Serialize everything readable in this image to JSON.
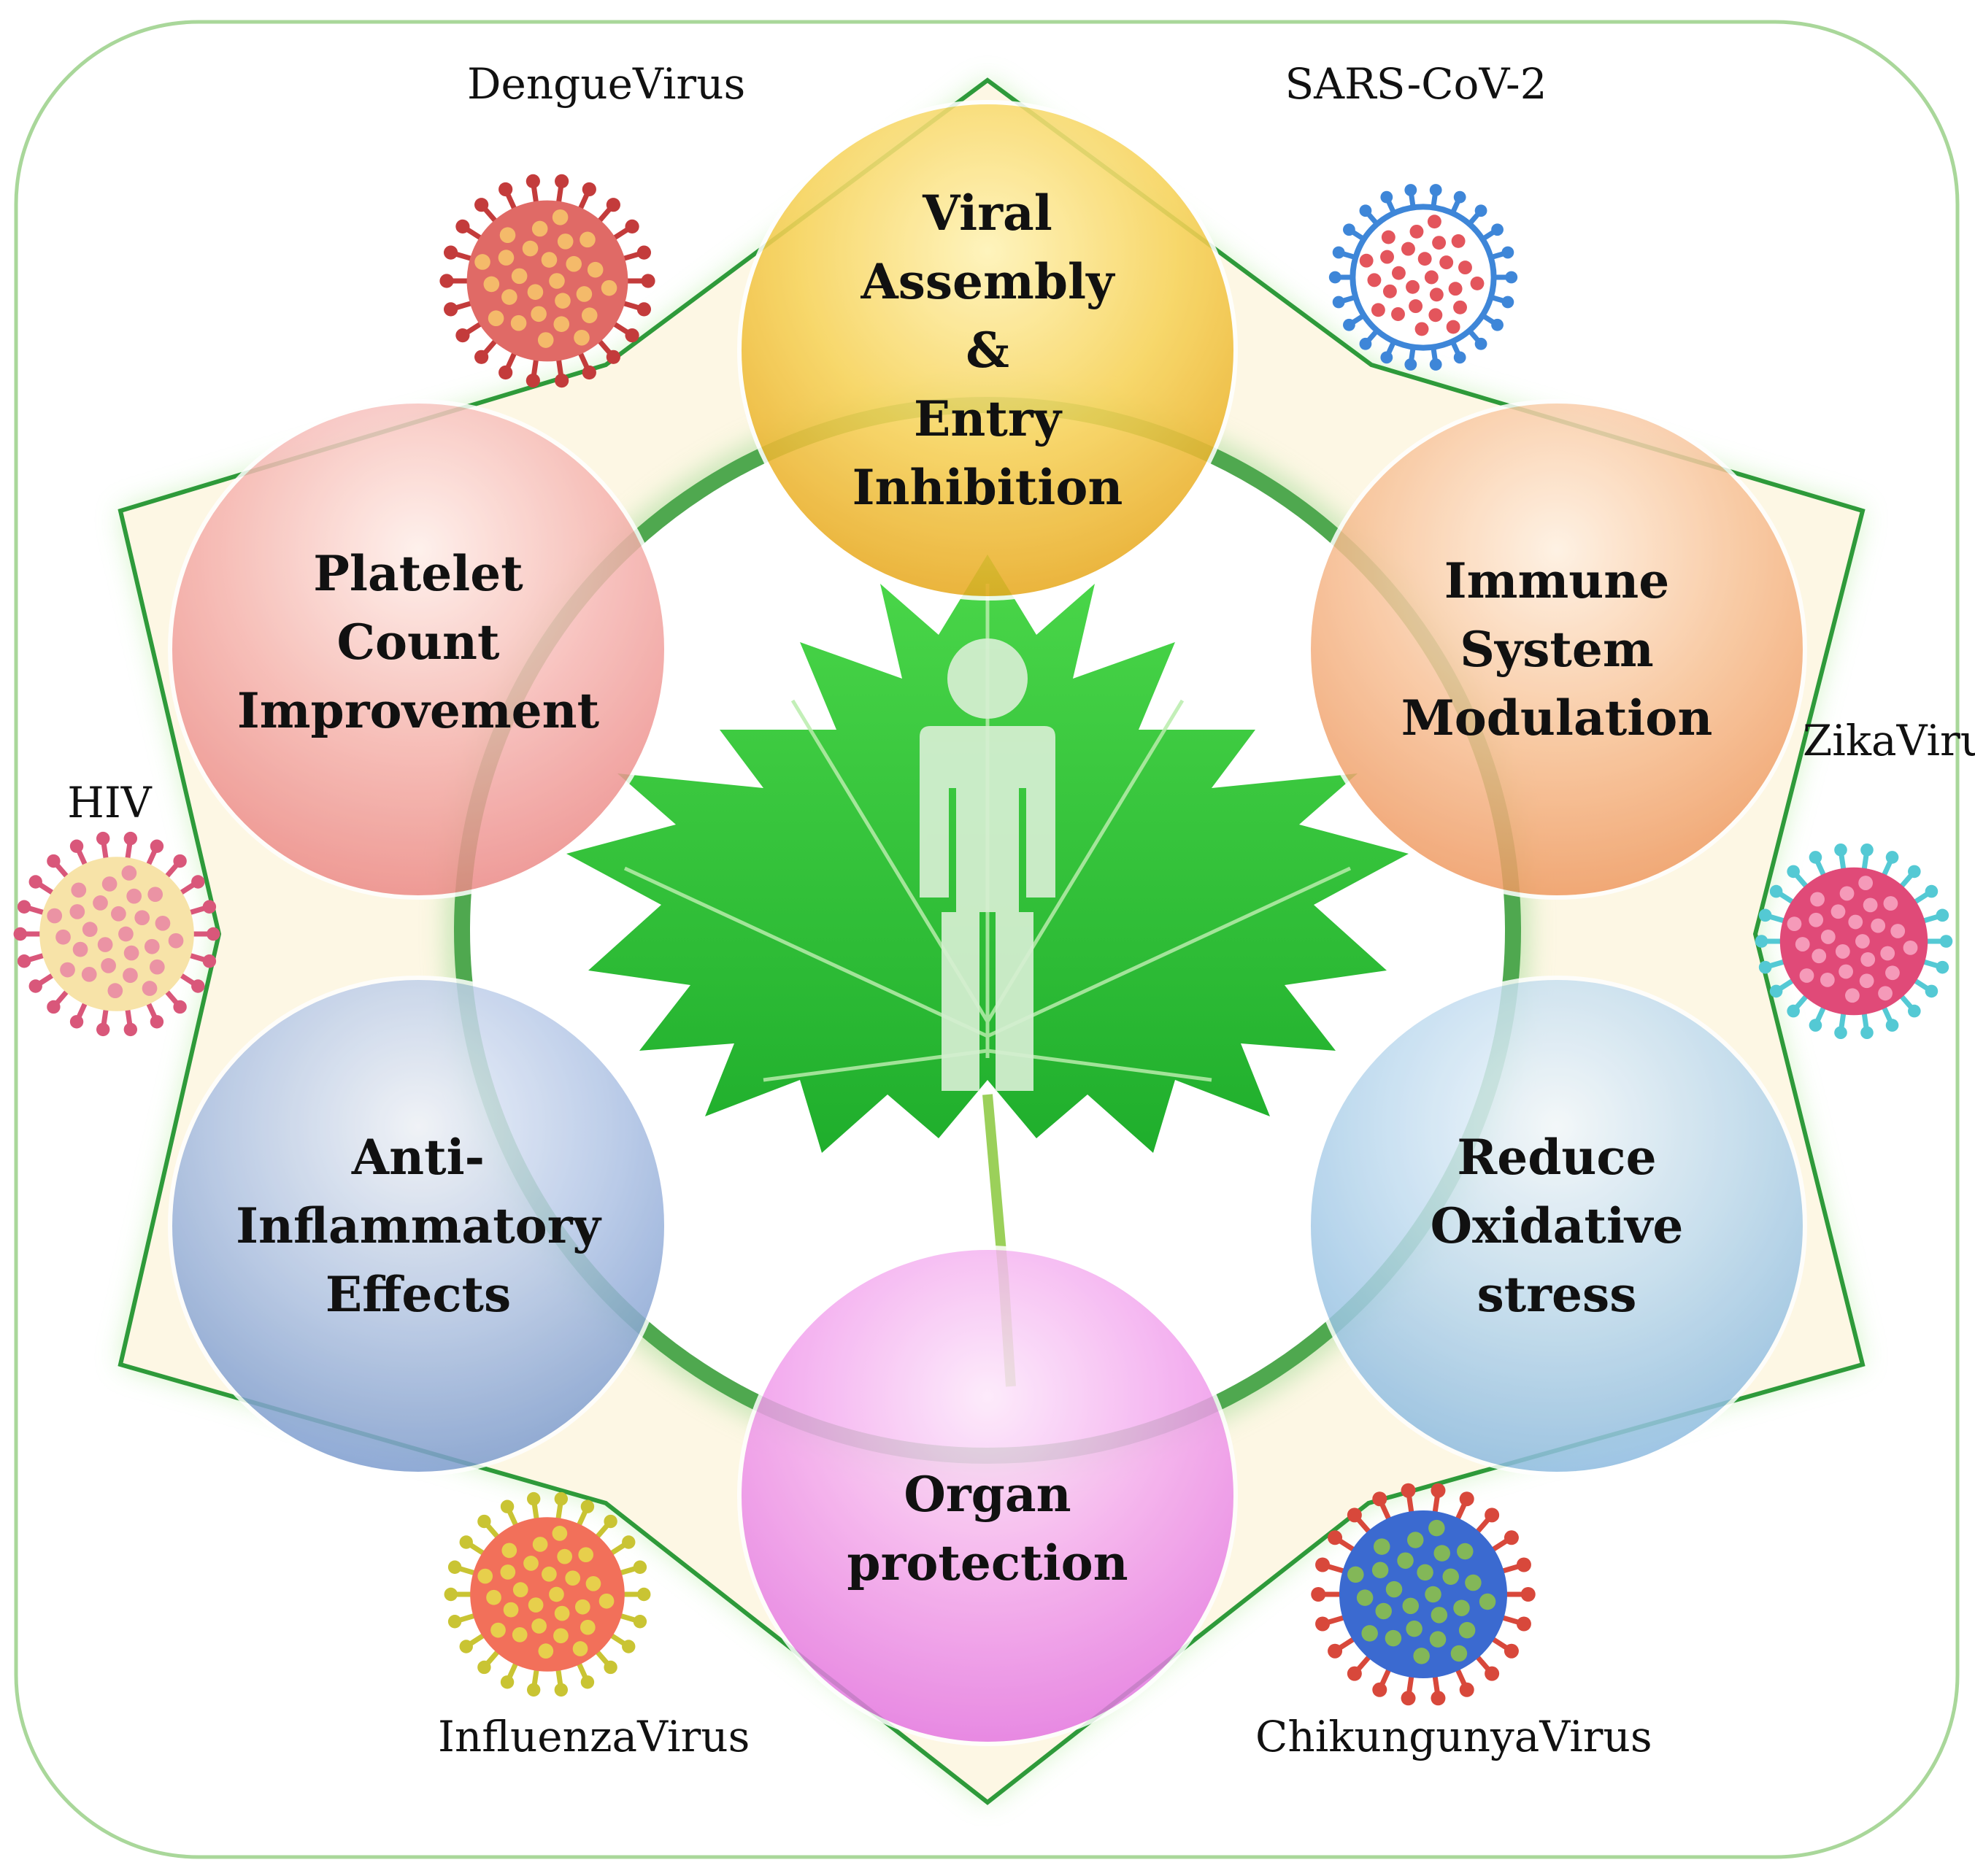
{
  "effects": [
    {
      "id": "viral",
      "lines": [
        "Viral",
        "Assembly",
        "&",
        "Entry",
        "Inhibition"
      ]
    },
    {
      "id": "immune",
      "lines": [
        "Immune",
        "System",
        "Modulation"
      ]
    },
    {
      "id": "oxidative",
      "lines": [
        "Reduce",
        "Oxidative",
        "stress"
      ]
    },
    {
      "id": "organ",
      "lines": [
        "Organ",
        "protection"
      ]
    },
    {
      "id": "inflammatory",
      "lines": [
        "Anti-",
        "Inflammatory",
        "Effects"
      ]
    },
    {
      "id": "platelet",
      "lines": [
        "Platelet",
        "Count",
        "Improvement"
      ]
    }
  ],
  "viruses": [
    {
      "id": "dengue",
      "lines": [
        "Dengue",
        "Virus"
      ]
    },
    {
      "id": "sars",
      "lines": [
        "SARS-CoV-2"
      ]
    },
    {
      "id": "zika",
      "lines": [
        "Zika",
        "Virus"
      ]
    },
    {
      "id": "chikungunya",
      "lines": [
        "Chikungunya",
        "Virus"
      ]
    },
    {
      "id": "influenza",
      "lines": [
        "Influenza",
        "Virus"
      ]
    },
    {
      "id": "hiv",
      "lines": [
        "HIV"
      ]
    }
  ],
  "colors": {
    "frame": "#a9d79a",
    "star_outline": "#2e9a3a",
    "star_fill": "#fdf7e4",
    "ring": "#4fa84f",
    "leaf": "#33c43a"
  }
}
